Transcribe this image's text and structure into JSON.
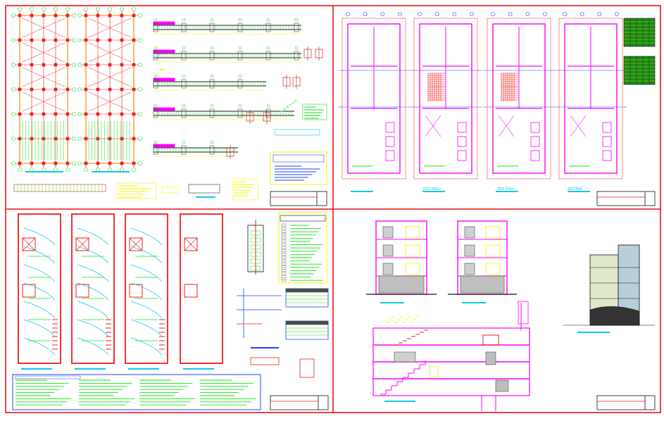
{
  "sheet": {
    "background": "#ffffff",
    "frame_color": "#e8141c",
    "quadrants": [
      "structural-plans",
      "architectural-plans",
      "electrical-sanitary-plans",
      "elevations-and-sections"
    ]
  },
  "colors": {
    "red": "#f01c1c",
    "magenta": "#ff00ff",
    "yellow": "#f4f400",
    "green": "#16e016",
    "cyan": "#10c8e8",
    "blue": "#2040ff",
    "grey": "#9a9a9a",
    "dark": "#4a4a4a",
    "black": "#111111"
  },
  "plan_labels": {
    "second_floor": "2DO PISO",
    "third_floor": "3ER PISO",
    "roof": "AZOTEA"
  }
}
